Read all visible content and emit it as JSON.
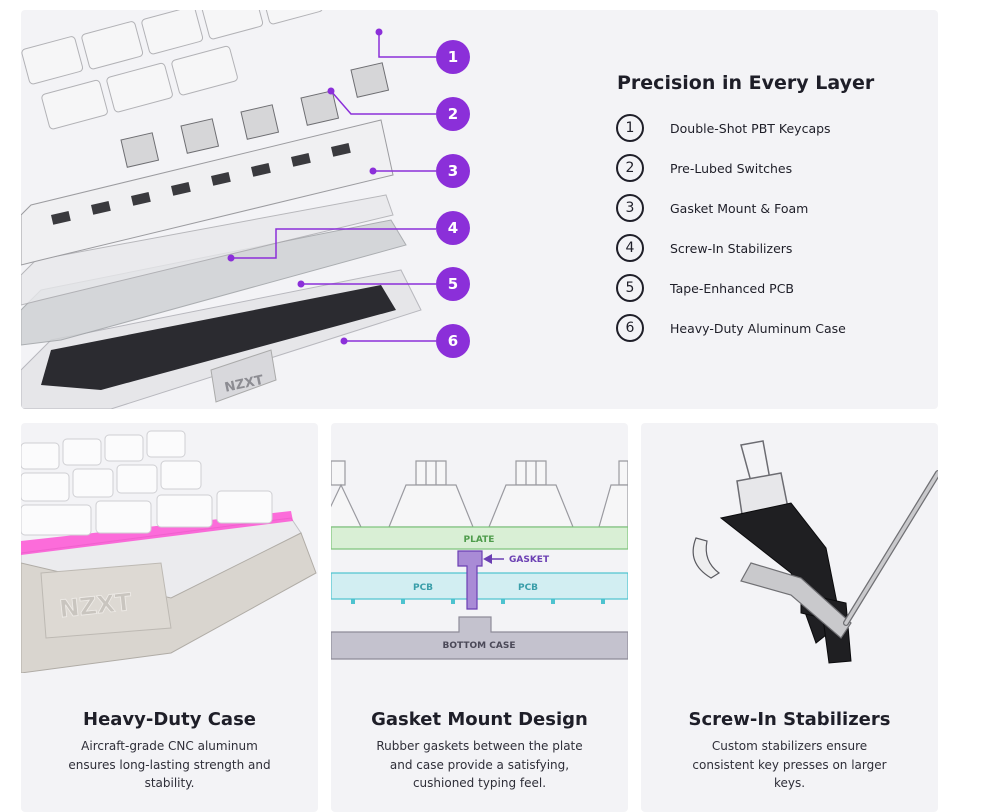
{
  "hero": {
    "logo_text": "NZXT",
    "badges": [
      "1",
      "2",
      "3",
      "4",
      "5",
      "6"
    ],
    "title": "Precision in Every Layer",
    "layers": [
      {
        "num": "1",
        "label": "Double-Shot PBT Keycaps"
      },
      {
        "num": "2",
        "label": "Pre-Lubed Switches"
      },
      {
        "num": "3",
        "label": "Gasket Mount & Foam"
      },
      {
        "num": "4",
        "label": "Screw-In Stabilizers"
      },
      {
        "num": "5",
        "label": "Tape-Enhanced PCB"
      },
      {
        "num": "6",
        "label": "Heavy-Duty Aluminum Case"
      }
    ]
  },
  "cards": [
    {
      "title": "Heavy-Duty Case",
      "description": "Aircraft-grade CNC aluminum ensures long-lasting strength and stability.",
      "logo_text": "NZXT"
    },
    {
      "title": "Gasket Mount Design",
      "description": "Rubber gaskets between the plate and case provide a satisfying, cushioned typing feel.",
      "diagram": {
        "plate": "PLATE",
        "gasket": "GASKET",
        "pcb_left": "PCB",
        "pcb_right": "PCB",
        "bottom_case": "BOTTOM CASE"
      }
    },
    {
      "title": "Screw-In Stabilizers",
      "description": "Custom stabilizers ensure consistent key presses on larger keys."
    }
  ],
  "colors": {
    "accent": "#8b2fd9",
    "panel": "#f3f3f6",
    "plate": "#d9efd5",
    "pcb": "#d2eef2",
    "gasket": "#a98bd6",
    "case": "#c4c2ce"
  }
}
